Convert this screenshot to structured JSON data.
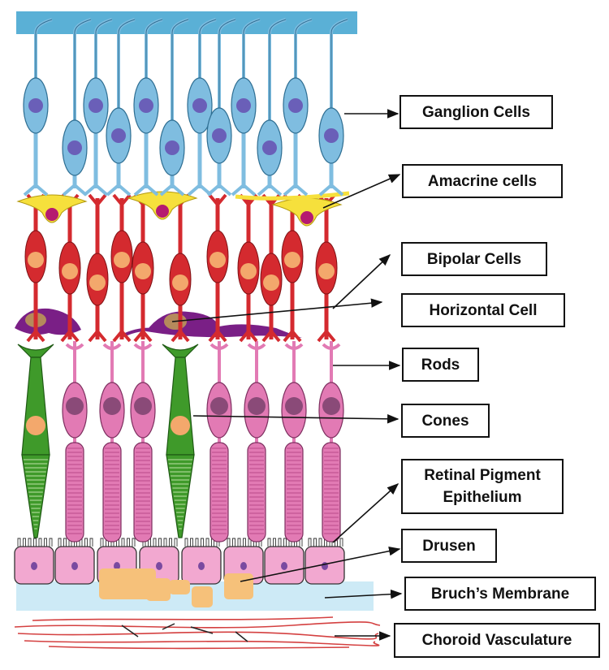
{
  "labels": {
    "ganglion": "Ganglion Cells",
    "amacrine": "Amacrine cells",
    "bipolar": "Bipolar Cells",
    "horizontal": "Horizontal Cell",
    "rods": "Rods",
    "cones": "Cones",
    "rpe_line1": "Retinal Pigment",
    "rpe_line2": "Epithelium",
    "drusen": "Drusen",
    "bruch": "Bruch’s Membrane",
    "choroid": "Choroid Vasculature"
  },
  "colors": {
    "nerve_fiber_layer": "#5ab0d6",
    "ganglion_cell": "#7fbde0",
    "ganglion_nucleus": "#6a5fb8",
    "amacrine_cell": "#f6e03c",
    "amacrine_nucleus": "#b51a70",
    "bipolar_cell": "#d42a2f",
    "bipolar_nucleus": "#f3a86c",
    "horizontal_cell": "#7a1f86",
    "horizontal_nucleus": "#b58a5c",
    "rod": "#e27ab4",
    "rod_nucleus": "#8a4a78",
    "cone": "#3f9a2a",
    "cone_nucleus": "#f3a86c",
    "rpe_cell": "#f2a8d0",
    "drusen": "#f6c17a",
    "bruch_membrane": "#cdeaf6",
    "choroid_vessel": "#d44040"
  }
}
